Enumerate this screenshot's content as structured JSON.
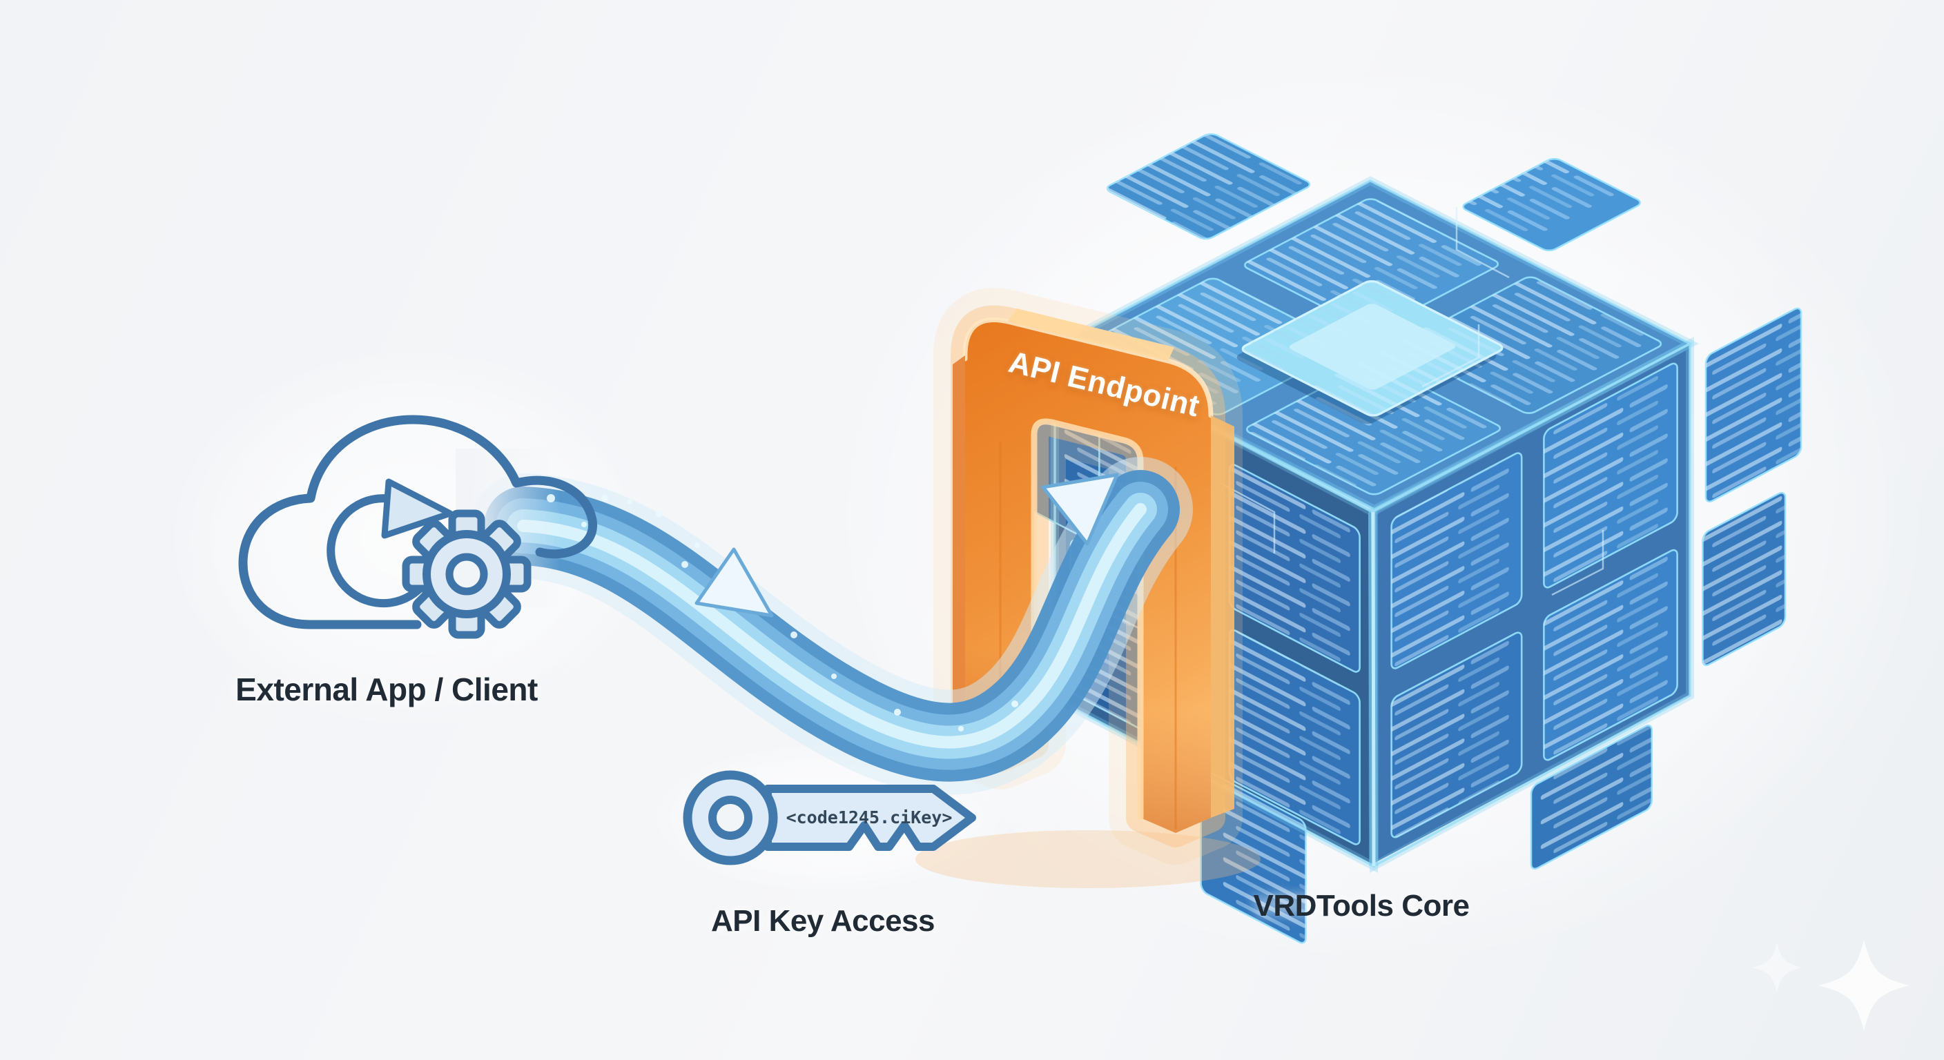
{
  "title": "External API access architecture diagram",
  "labels": {
    "client": "External App / Client",
    "api_key": "API Key Access",
    "endpoint": "API Endpoint",
    "core": "VRDTools Core",
    "key_code": "<code1245.ciKey>"
  },
  "icons": {
    "client": "cloud-sync-gear-icon",
    "api_key": "key-icon",
    "flow": "data-flow-pipe",
    "endpoint": "gate-arch",
    "core": "isometric-code-cube",
    "decoration": "sparkle-icon"
  },
  "colors": {
    "background": "#f2f4f7",
    "label_text": "#212b36",
    "endpoint_orange": "#f0923a",
    "flow_blue": "#4e92c9",
    "cube_blue": "#3b82c8",
    "glow_cyan": "#9adef7",
    "icon_blue": "#3f74a9",
    "endpoint_label_text": "#ffffff",
    "key_text": "#33475a"
  }
}
